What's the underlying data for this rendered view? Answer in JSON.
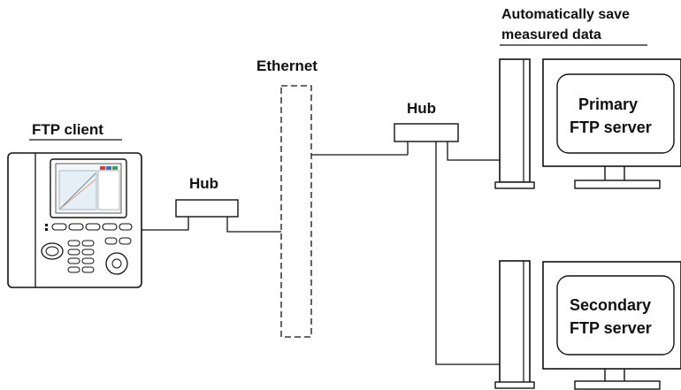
{
  "labels": {
    "ftp_client": "FTP client",
    "ethernet": "Ethernet",
    "hub_left": "Hub",
    "hub_right": "Hub",
    "note_line1": "Automatically save",
    "note_line2": "measured data",
    "primary_line1": "Primary",
    "primary_line2": "FTP server",
    "secondary_line1": "Secondary",
    "secondary_line2": "FTP server"
  },
  "colors": {
    "line": "#111111",
    "device_body": "#ffffff",
    "screen_chart": "#c8d8e8"
  }
}
